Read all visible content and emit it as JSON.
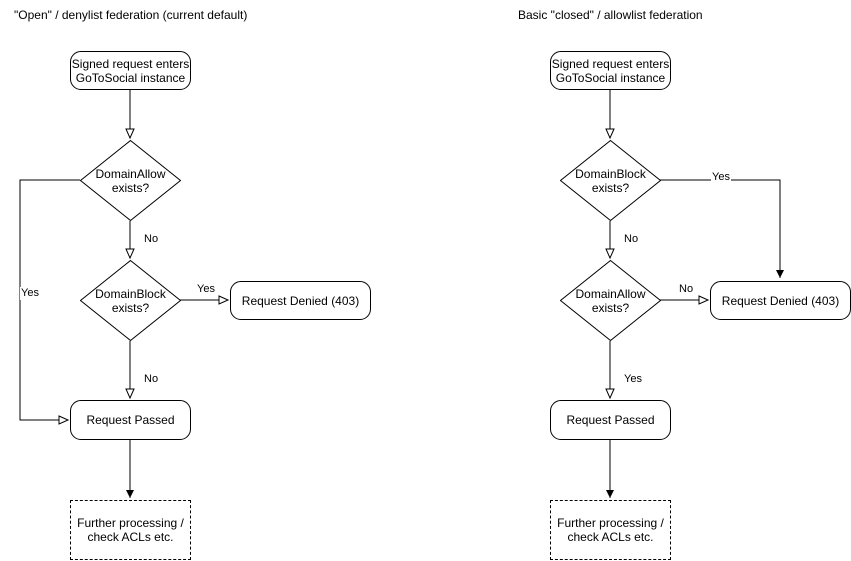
{
  "diagram": {
    "type": "flowchart",
    "stroke_color": "#000000",
    "text_color": "#000000",
    "background": "#ffffff",
    "panels": [
      {
        "id": "open-denylist",
        "heading": "\"Open\" / denylist federation (current default)",
        "nodes": [
          {
            "id": "start-left",
            "shape": "rounded-rect",
            "label": "Signed request enters\nGoToSocial instance"
          },
          {
            "id": "domain-allow-left",
            "shape": "diamond",
            "label": "DomainAllow\nexists?"
          },
          {
            "id": "domain-block-left",
            "shape": "diamond",
            "label": "DomainBlock\nexists?"
          },
          {
            "id": "denied-left",
            "shape": "rounded-rect",
            "label": "Request Denied (403)"
          },
          {
            "id": "passed-left",
            "shape": "rounded-rect",
            "label": "Request Passed"
          },
          {
            "id": "further-left",
            "shape": "dashed-rect",
            "label": "Further processing /\ncheck ACLs etc."
          }
        ],
        "edges": [
          {
            "from": "start-left",
            "to": "domain-allow-left",
            "label": ""
          },
          {
            "from": "domain-allow-left",
            "to": "passed-left",
            "label": "Yes"
          },
          {
            "from": "domain-allow-left",
            "to": "domain-block-left",
            "label": "No"
          },
          {
            "from": "domain-block-left",
            "to": "denied-left",
            "label": "Yes"
          },
          {
            "from": "domain-block-left",
            "to": "passed-left",
            "label": "No"
          },
          {
            "from": "passed-left",
            "to": "further-left",
            "label": ""
          }
        ]
      },
      {
        "id": "closed-allowlist",
        "heading": "Basic \"closed\" / allowlist federation",
        "nodes": [
          {
            "id": "start-right",
            "shape": "rounded-rect",
            "label": "Signed request enters\nGoToSocial instance"
          },
          {
            "id": "domain-block-right",
            "shape": "diamond",
            "label": "DomainBlock\nexists?"
          },
          {
            "id": "domain-allow-right",
            "shape": "diamond",
            "label": "DomainAllow\nexists?"
          },
          {
            "id": "denied-right",
            "shape": "rounded-rect",
            "label": "Request Denied (403)"
          },
          {
            "id": "passed-right",
            "shape": "rounded-rect",
            "label": "Request Passed"
          },
          {
            "id": "further-right",
            "shape": "dashed-rect",
            "label": "Further processing /\ncheck ACLs etc."
          }
        ],
        "edges": [
          {
            "from": "start-right",
            "to": "domain-block-right",
            "label": ""
          },
          {
            "from": "domain-block-right",
            "to": "denied-right",
            "label": "Yes"
          },
          {
            "from": "domain-block-right",
            "to": "domain-allow-right",
            "label": "No"
          },
          {
            "from": "domain-allow-right",
            "to": "denied-right",
            "label": "No"
          },
          {
            "from": "domain-allow-right",
            "to": "passed-right",
            "label": "Yes"
          },
          {
            "from": "passed-right",
            "to": "further-right",
            "label": ""
          }
        ]
      }
    ]
  }
}
